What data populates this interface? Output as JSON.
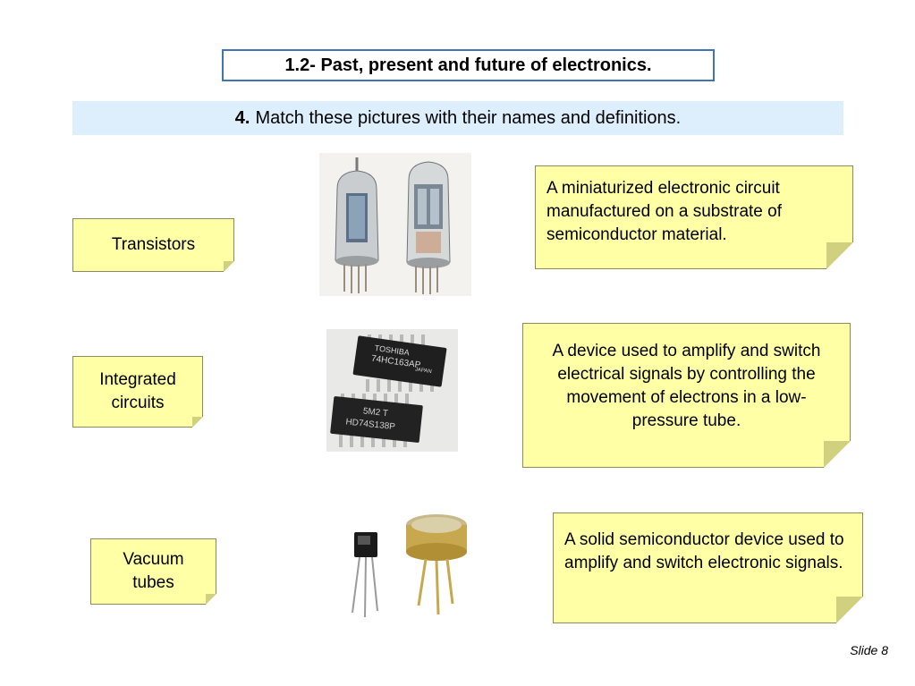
{
  "title": "1.2- Past, present and future of electronics.",
  "instruction": {
    "number": "4.",
    "text": "Match these pictures with their names and definitions."
  },
  "names": [
    {
      "label": "Transistors"
    },
    {
      "label": "Integrated circuits"
    },
    {
      "label": "Vacuum tubes"
    }
  ],
  "definitions": [
    {
      "text": "A miniaturized electronic circuit manufactured on a substrate of semiconductor material."
    },
    {
      "text": "A device used to amplify and switch electrical signals by controlling the movement of electrons in a low-pressure tube."
    },
    {
      "text": "A solid semiconductor device used to amplify and switch electronic signals."
    }
  ],
  "images": [
    {
      "icon": "vacuum-tube-photo"
    },
    {
      "icon": "integrated-circuit-photo",
      "chip1_line1": "TOSHIBA",
      "chip1_line2": "74HC163AP",
      "chip1_line3": "JAPAN",
      "chip2_line1": "5M2 T",
      "chip2_line2": "HD74S138P"
    },
    {
      "icon": "transistor-photo"
    }
  ],
  "footer": {
    "slide_label": "Slide 8"
  },
  "colors": {
    "note_fill": "#ffffa6",
    "title_border": "#3f74b5",
    "instruction_bg": "#ddeefc"
  }
}
